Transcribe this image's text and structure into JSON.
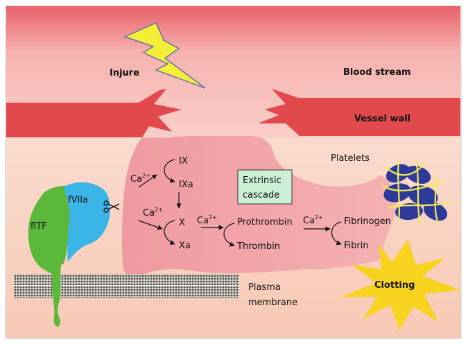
{
  "labels": {
    "injure": "Injure",
    "blood_stream": "Blood stream",
    "vessel_wall": "Vessel wall",
    "platelets": "Platelets",
    "extrinsic_cascade_line1": "Extrinsic",
    "extrinsic_cascade_line2": "cascade",
    "fVIIa": "fVIIa",
    "flTF": "flTF",
    "plasma_membrane_line1": "Plasma",
    "plasma_membrane_line2": "membrane",
    "clotting": "Clotting",
    "IX": "IX",
    "IXa": "IXa",
    "X": "X",
    "Xa": "Xa",
    "prothrombin": "Prothrombin",
    "thrombin": "Thrombin",
    "fibrinogen": "Fibrinogen",
    "fibrin": "Fibrin",
    "ca": "Ca",
    "ca_charge": "2+"
  },
  "colors": {
    "blood_stream_top": "#f3a3a6",
    "vessel_wall": "#e04b4e",
    "tissue": "#fbe0d4",
    "cascade_region": "#f3a6a8",
    "flTF": "#5cb83a",
    "fVIIa": "#3bb4e8",
    "clotting_star": "#f7d31f",
    "lightning": "#f4ee36",
    "extrinsic_box": "#ccefd6",
    "platelet": "#2e3a9a",
    "fibrin_strand": "#f5ee50"
  }
}
